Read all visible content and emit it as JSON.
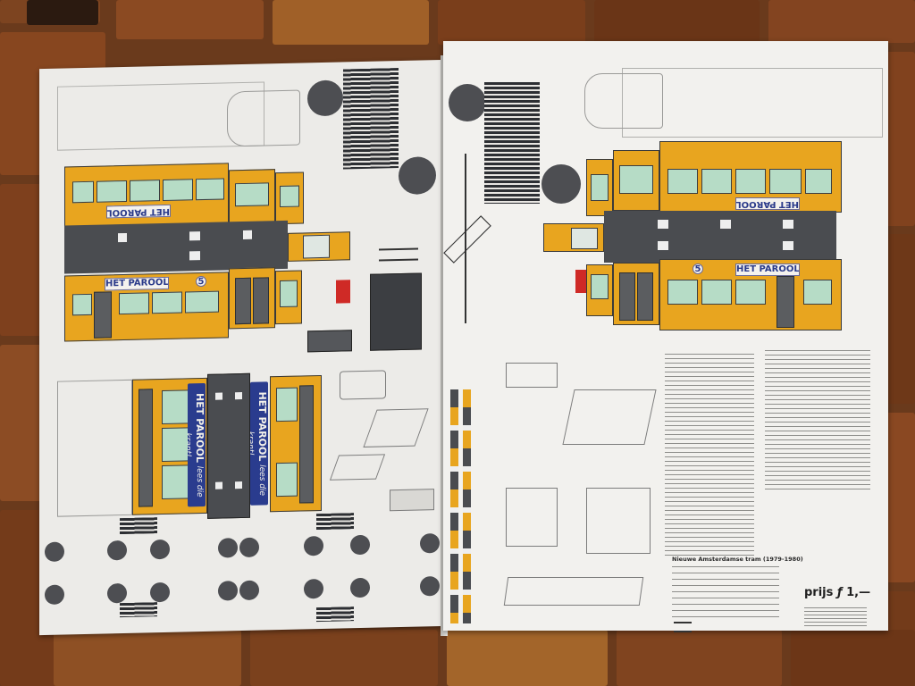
{
  "scene": {
    "subject": "Open paper cut-out model sheet of an Amsterdam tram lying on a tiled floor"
  },
  "left_page": {
    "advertiser_banner_top": "HET PAROOL",
    "advertiser_banner_bottom": "HET PAROOL",
    "route_number": "5",
    "vertical_banner_1": "HET PAROOL",
    "vertical_banner_1_sub": "lees die krant!",
    "vertical_banner_2": "HET PAROOL",
    "vertical_banner_2_sub": "lees die krant!"
  },
  "right_page": {
    "advertiser_banner_top": "HET PAROOL",
    "advertiser_banner_bottom": "HET PAROOL",
    "route_number": "5",
    "heading": "Nieuwe Amsterdamse tram (1979-1980)",
    "price_label": "prijs",
    "price_symbol": "ƒ",
    "price_value": "1,—"
  },
  "colors": {
    "tram_yellow": "#e8a51f",
    "tram_dark": "#4a4c50",
    "window_green": "#b6dcc6",
    "banner_blue": "#2a3c8e",
    "floor_tile": "#8a4a22"
  }
}
